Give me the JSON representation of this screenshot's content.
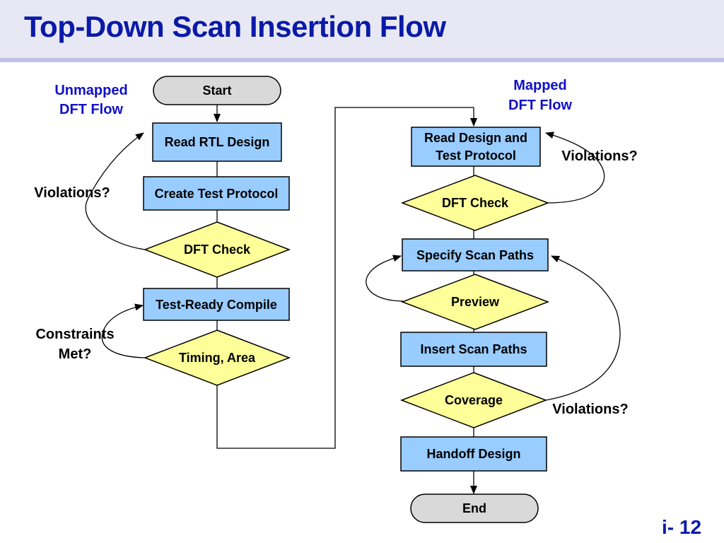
{
  "title": "Top-Down Scan Insertion Flow",
  "page_number": "i- 12",
  "colors": {
    "title": "#0a1aa8",
    "process_fill": "#99ccff",
    "decision_fill": "#ffff99",
    "terminal_fill": "#d9d9d9",
    "flow_label": "#1010c8"
  },
  "unmapped_flow": {
    "label_line1": "Unmapped",
    "label_line2": "DFT Flow",
    "start": "Start",
    "read_rtl": "Read RTL Design",
    "create_protocol": "Create Test Protocol",
    "dft_check": "DFT Check",
    "compile": "Test-Ready Compile",
    "timing_area": "Timing, Area",
    "violations": "Violations?",
    "constraints_line1": "Constraints",
    "constraints_line2": "Met?"
  },
  "mapped_flow": {
    "label_line1": "Mapped",
    "label_line2": "DFT Flow",
    "read_design_line1": "Read Design and",
    "read_design_line2": "Test Protocol",
    "dft_check": "DFT Check",
    "specify_scan": "Specify Scan Paths",
    "preview": "Preview",
    "insert_scan": "Insert Scan Paths",
    "coverage": "Coverage",
    "handoff": "Handoff Design",
    "end": "End",
    "violations_top": "Violations?",
    "violations_bottom": "Violations?"
  }
}
